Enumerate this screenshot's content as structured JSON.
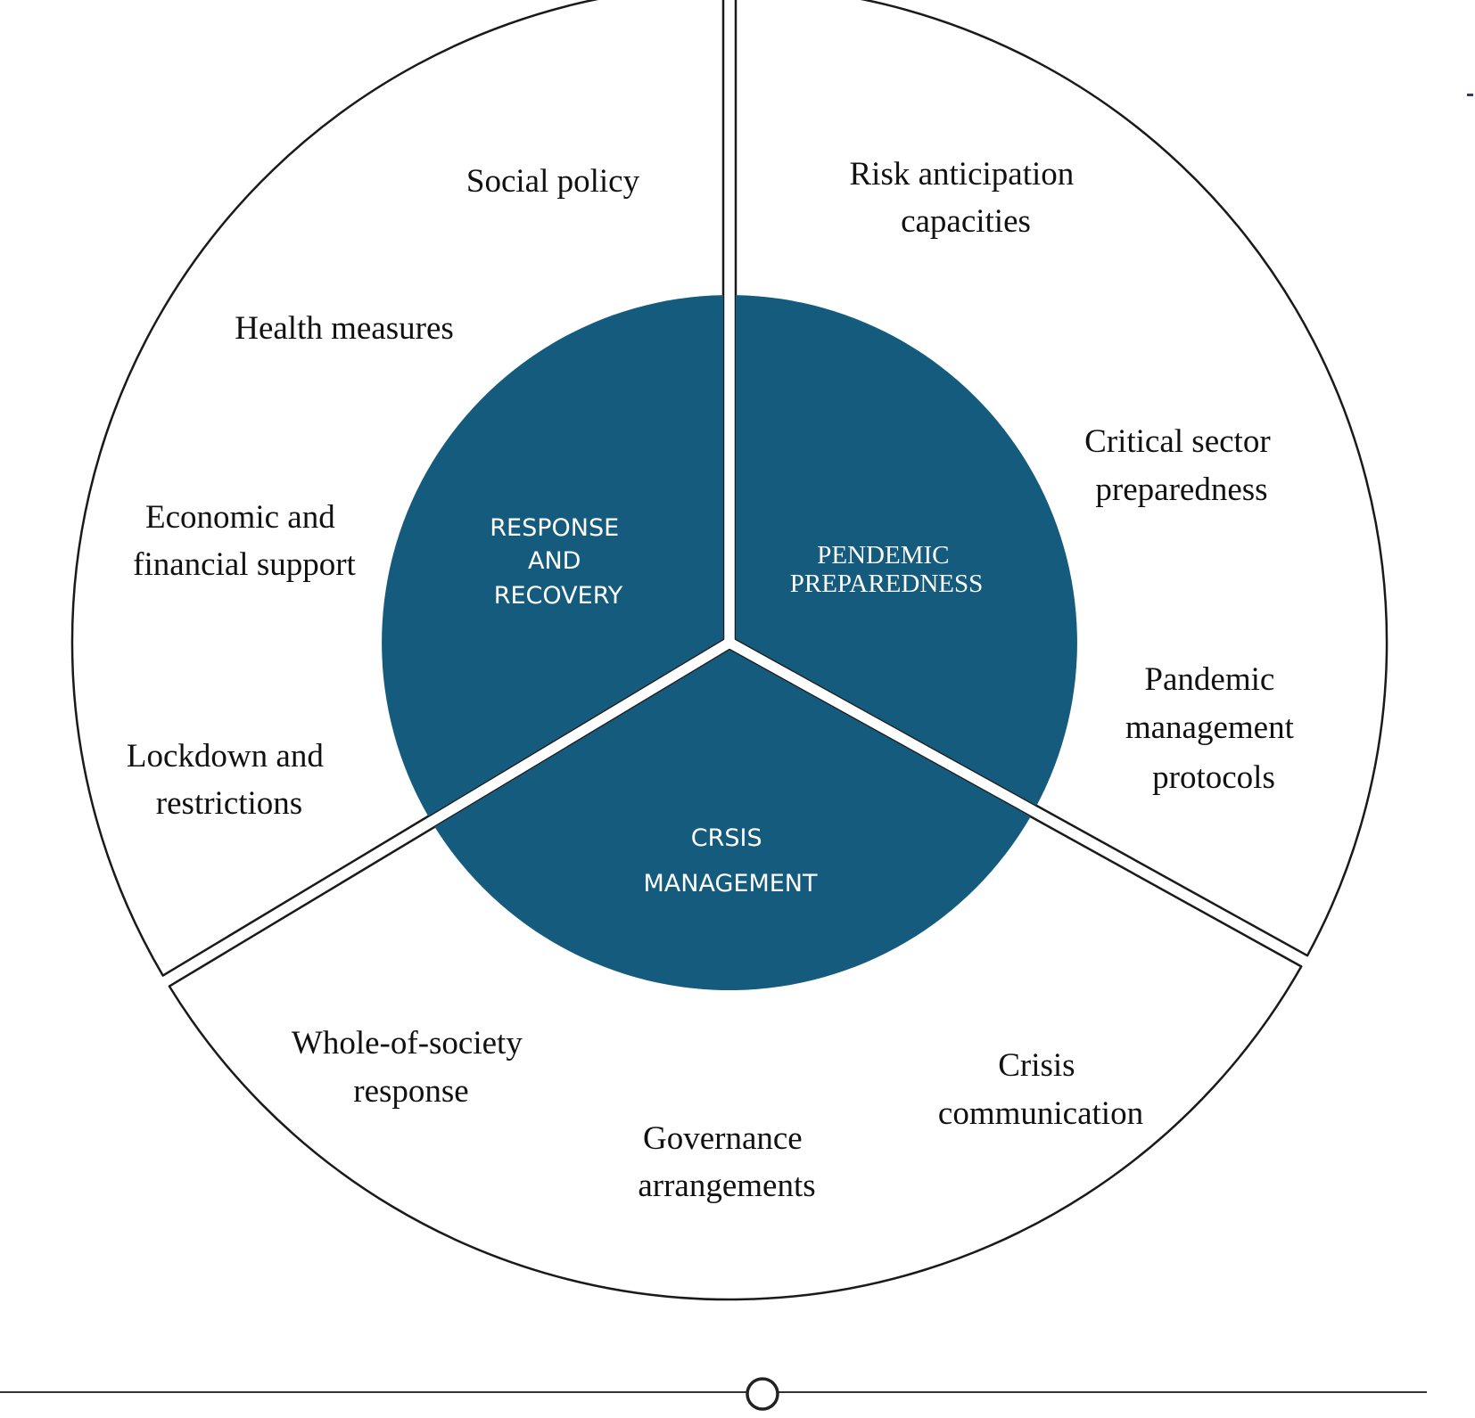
{
  "colors": {
    "core_fill": "#155b7e",
    "outline": "#1a1a1a",
    "background": "#ffffff"
  },
  "segments": [
    {
      "id": "response",
      "core_label": [
        "RESPONSE",
        "AND",
        "RECOVERY"
      ],
      "items": [
        [
          "Social policy"
        ],
        [
          "Health measures"
        ],
        [
          "Economic and",
          "financial support"
        ],
        [
          "Lockdown and",
          "restrictions"
        ]
      ]
    },
    {
      "id": "preparedness",
      "core_label": [
        "PENDEMIC",
        "PREPAREDNESS"
      ],
      "items": [
        [
          "Risk anticipation",
          "capacities"
        ],
        [
          "Critical sector",
          "preparedness"
        ],
        [
          "Pandemic",
          "management",
          "protocols"
        ]
      ]
    },
    {
      "id": "crisis",
      "core_label": [
        "CRSIS",
        "MANAGEMENT"
      ],
      "items": [
        [
          "Whole-of-society",
          "response"
        ],
        [
          "Governance",
          "arrangements"
        ],
        [
          "Crisis",
          "communication"
        ]
      ]
    }
  ]
}
